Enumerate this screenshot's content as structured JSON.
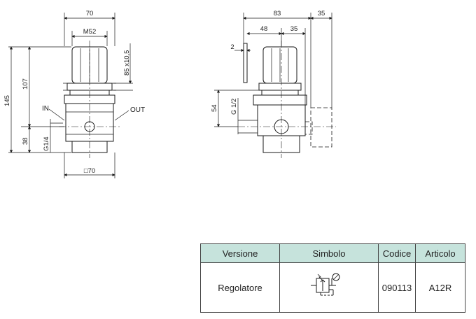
{
  "front_view": {
    "dim_width": "70",
    "dim_thread": "M52",
    "dim_panel": "85 x10,5",
    "dim_total_height": "145",
    "dim_height_107": "107",
    "dim_height_38": "38",
    "port_thread": "G1/4",
    "label_in": "IN",
    "label_out": "OUT",
    "dim_square": "□70"
  },
  "side_view": {
    "dim_83": "83",
    "dim_35_top": "35",
    "dim_48": "48",
    "dim_35": "35",
    "dim_2": "2",
    "dim_54": "54",
    "port_thread": "G 1/2"
  },
  "table": {
    "headers": [
      "Versione",
      "Simbolo",
      "Codice",
      "Articolo"
    ],
    "rows": [
      {
        "versione": "Regolatore",
        "codice": "090113",
        "articolo": "A12R"
      }
    ]
  }
}
